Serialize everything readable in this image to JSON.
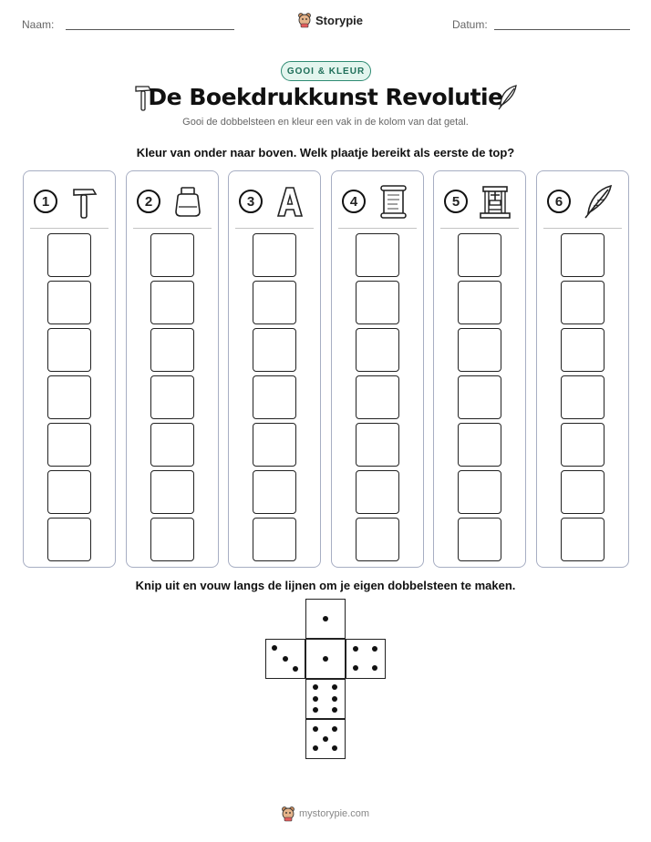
{
  "header": {
    "name_label": "Naam:",
    "date_label": "Datum:",
    "brand_name": "Storypie"
  },
  "tag": "GOOI & KLEUR",
  "title": "De Boekdrukkunst Revolutie",
  "subtitle": "Gooi de dobbelsteen en kleur een vak in de kolom van dat getal.",
  "instruction_top": "Kleur van onder naar boven. Welk plaatje bereikt als eerste de top?",
  "columns": [
    {
      "number": "1",
      "icon": "hammer-icon"
    },
    {
      "number": "2",
      "icon": "ink-pot-icon"
    },
    {
      "number": "3",
      "icon": "letter-a-icon"
    },
    {
      "number": "4",
      "icon": "scroll-icon"
    },
    {
      "number": "5",
      "icon": "printing-press-icon"
    },
    {
      "number": "6",
      "icon": "quill-icon"
    }
  ],
  "cells_per_column": 7,
  "instruction_bottom": "Knip uit en vouw langs de lijnen om je eigen dobbelsteen te maken.",
  "die_faces": [
    1,
    3,
    1,
    4,
    6,
    5
  ],
  "footer": "mystorypie.com",
  "colors": {
    "accent": "#2f8b73",
    "accent_bg": "#e3f5ee",
    "column_border": "#a7aec3"
  }
}
